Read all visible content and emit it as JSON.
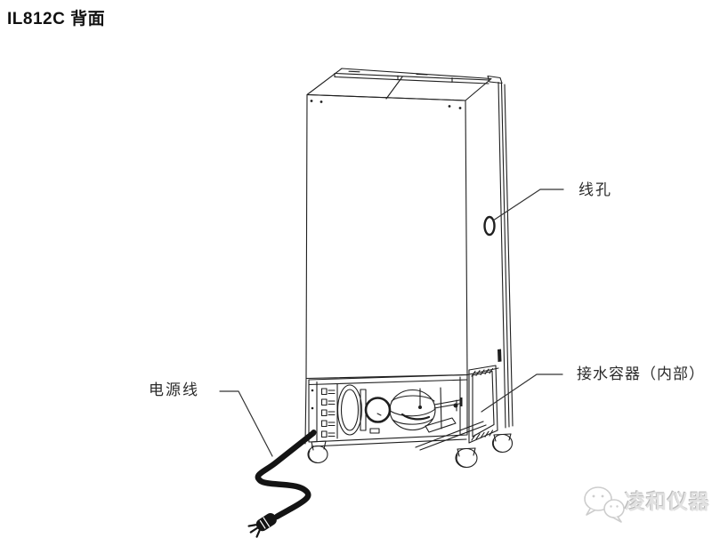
{
  "title": "IL812C 背面",
  "annotations": {
    "wire_hole": "线孔",
    "water_container": "接水容器（内部）",
    "power_cord": "电源线"
  },
  "watermark": {
    "brand": "凌和仪器",
    "icon": "wechat-icon"
  },
  "colors": {
    "background": "#ffffff",
    "line": "#1f1f1f",
    "label_text": "#2b2b2b",
    "watermark_gray": "#c9c9c9"
  }
}
